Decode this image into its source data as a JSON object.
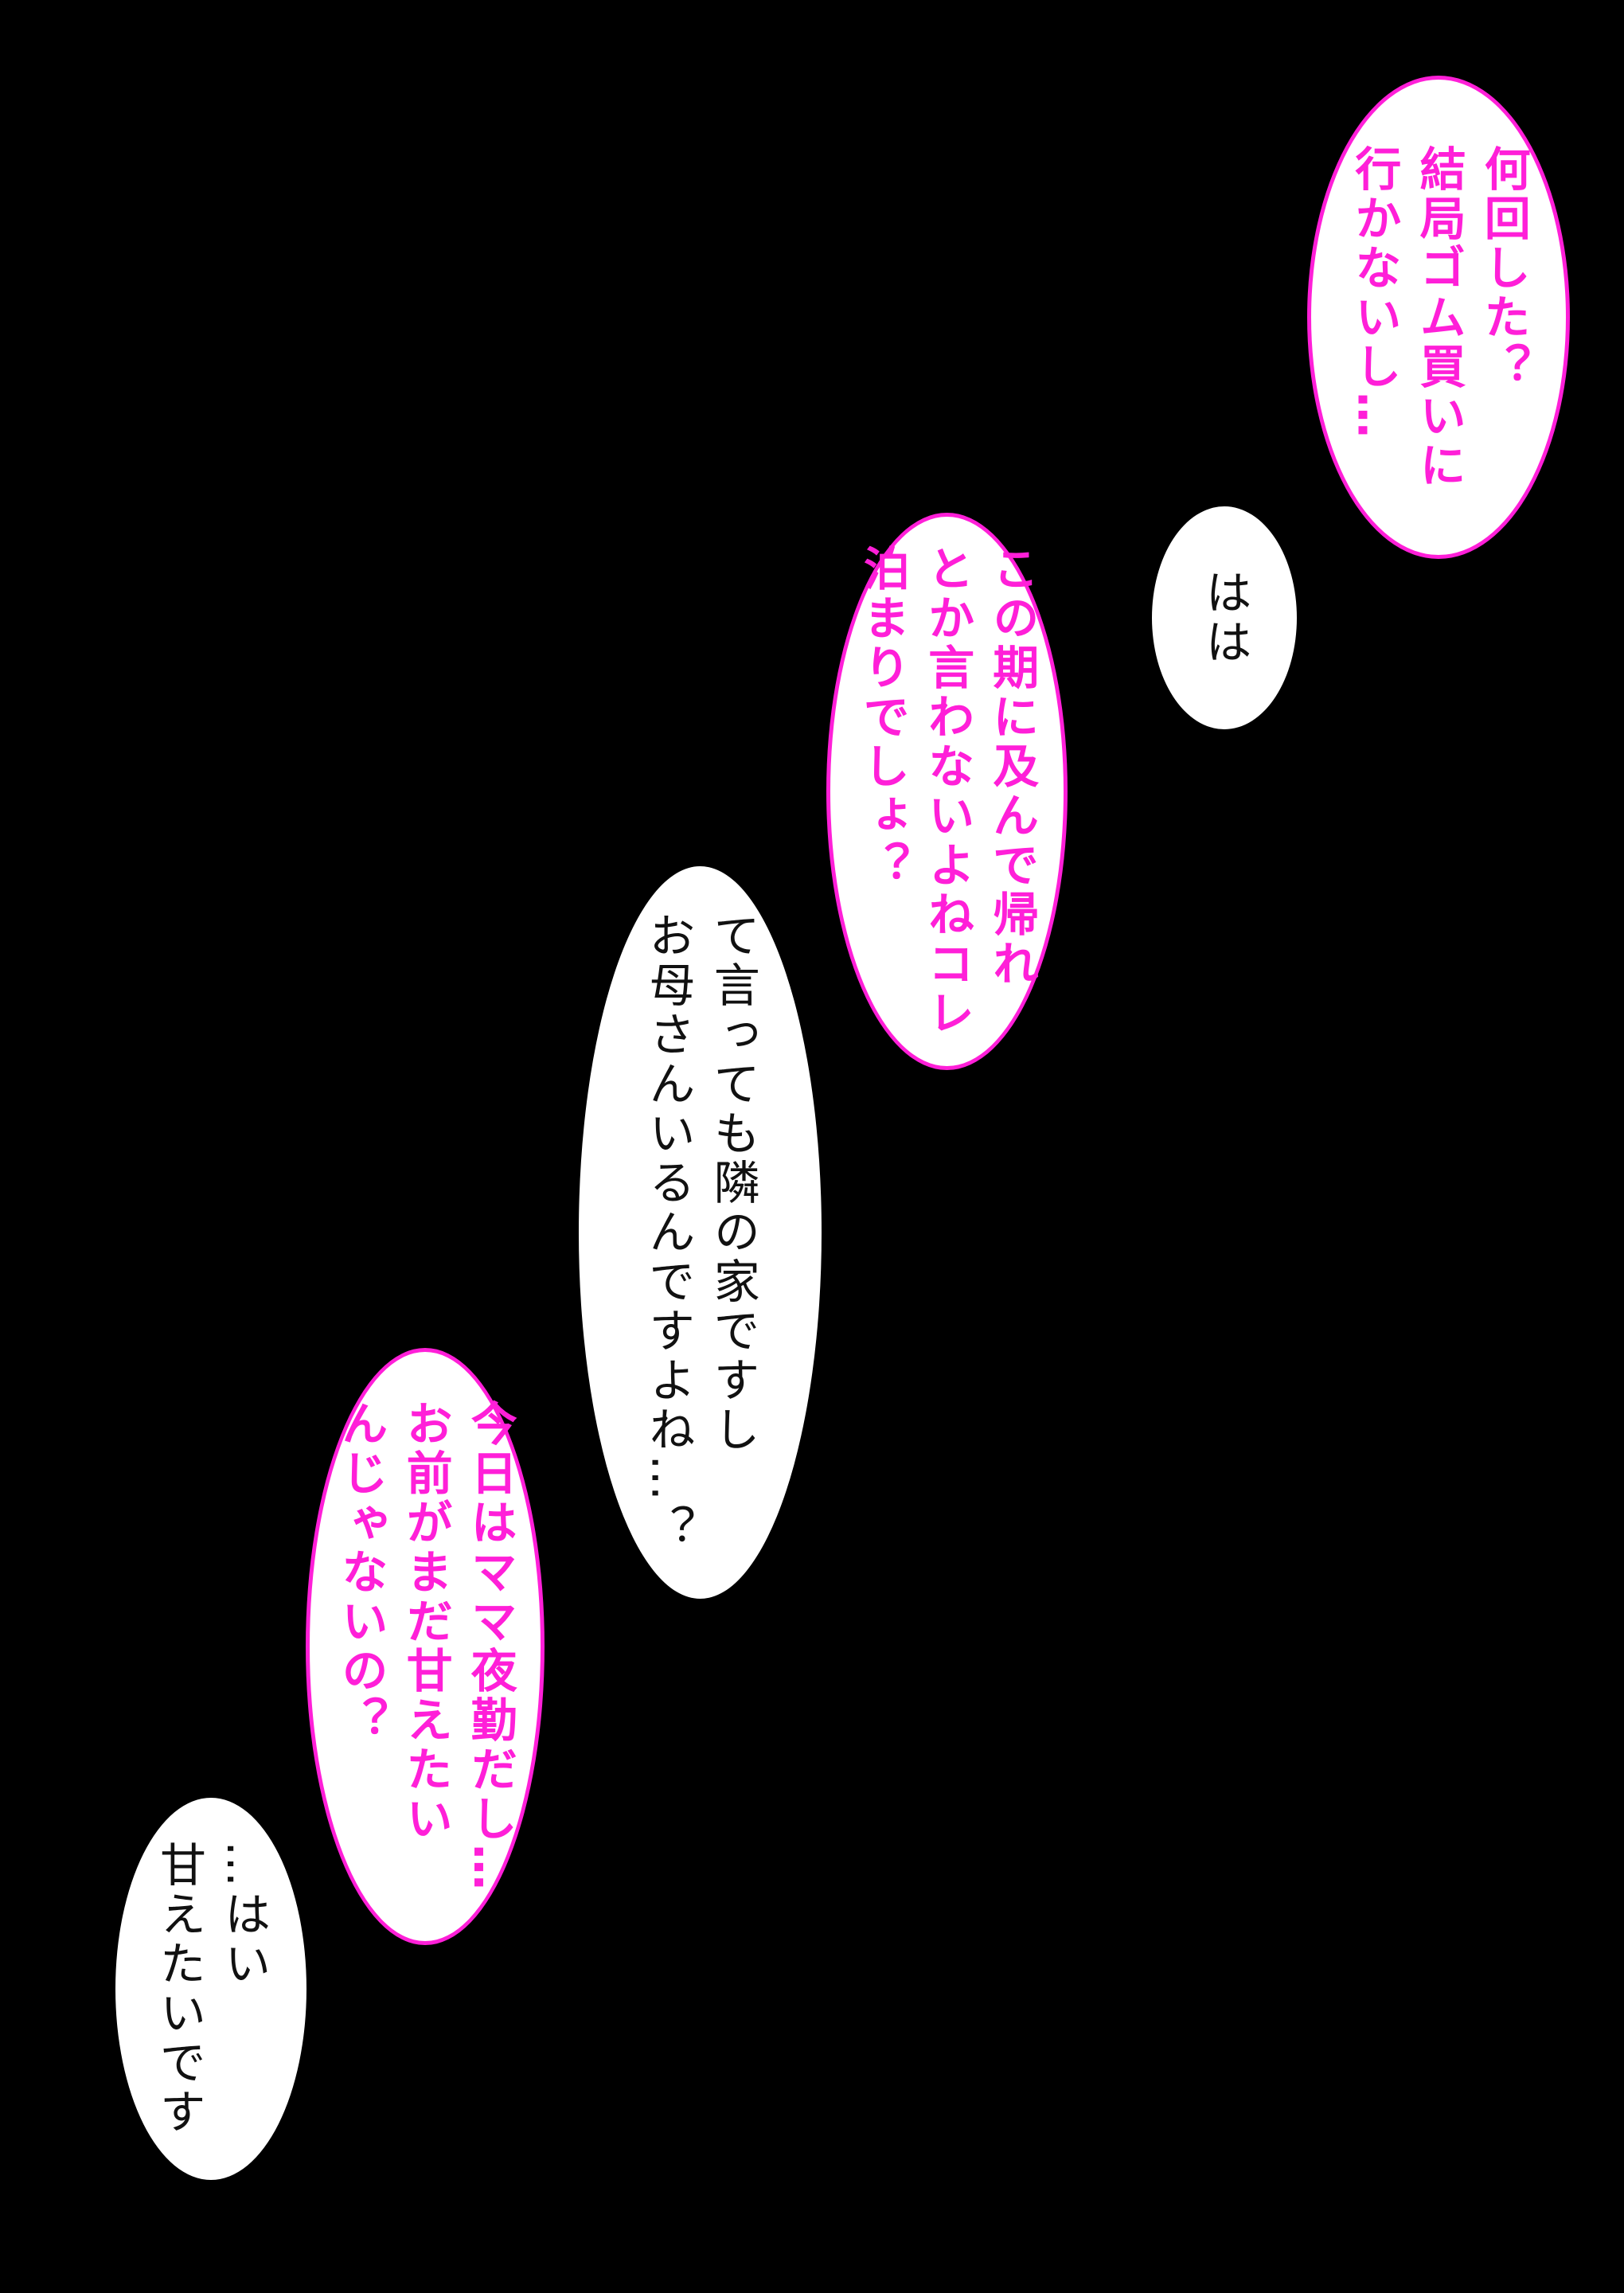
{
  "accent_color": "#ff1fd8",
  "bubbles": [
    {
      "text": "何回した？\n結局ゴム買いに\n行かないし…",
      "style": "pink"
    },
    {
      "text": "はは",
      "style": "plain"
    },
    {
      "text": "この期に及んで帰れ\nとか言わないよねコレ\n泊まりでしょ？",
      "style": "pink"
    },
    {
      "text": "て言っても隣の家ですし\nお母さんいるんですよね…？",
      "style": "plain"
    },
    {
      "text": "今日はママ夜勤だし…\nお前がまだ甘えたい\nんじゃないの？",
      "style": "pink"
    },
    {
      "text": "…はい\n甘えたいです",
      "style": "plain"
    }
  ]
}
